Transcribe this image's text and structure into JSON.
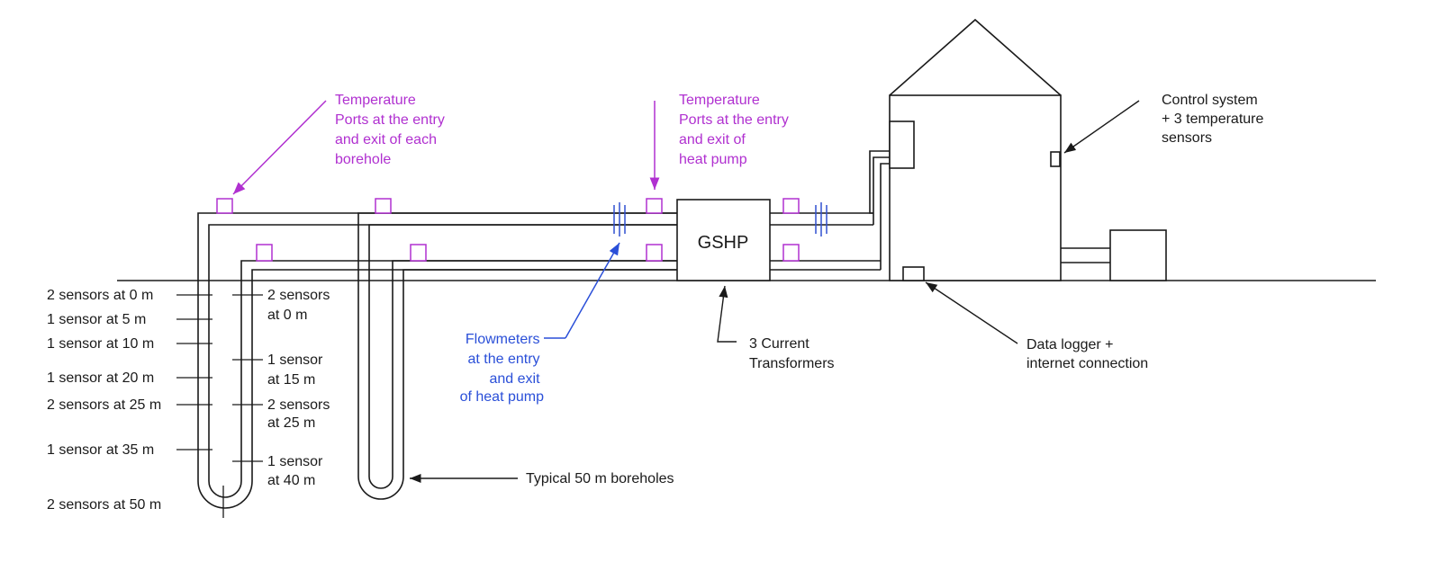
{
  "colors": {
    "line": "#1a1a1a",
    "temperature_ports": "#b030d0",
    "flowmeters": "#3050d0",
    "background": "#ffffff"
  },
  "labels": {
    "temp_ports_boreholes": [
      "Temperature",
      "Ports at the entry",
      "and exit of each",
      "borehole"
    ],
    "temp_ports_heat_pump": [
      "Temperature",
      "Ports at the entry",
      "and exit of",
      "heat pump"
    ],
    "flowmeters": [
      "Flowmeters",
      "at the entry",
      "and exit",
      "of heat pump"
    ],
    "gshp": "GSHP",
    "current_transformers": [
      "3 Current",
      "Transformers"
    ],
    "control_system": [
      "Control system",
      "+ 3 temperature",
      "sensors"
    ],
    "data_logger": [
      "Data logger +",
      "internet connection"
    ],
    "typical_boreholes": "Typical 50 m boreholes"
  },
  "sensors_left": [
    "2 sensors at 0 m",
    "1 sensor at 5 m",
    "1 sensor at 10 m",
    "1 sensor at 20 m",
    "2 sensors at 25 m",
    "1 sensor at 35 m",
    "2 sensors at 50 m"
  ],
  "sensors_right": [
    [
      "2 sensors",
      "at 0 m"
    ],
    [
      "1 sensor",
      "at 15 m"
    ],
    [
      "2 sensors",
      "at 25 m"
    ],
    [
      "1 sensor",
      "at 40 m"
    ]
  ]
}
